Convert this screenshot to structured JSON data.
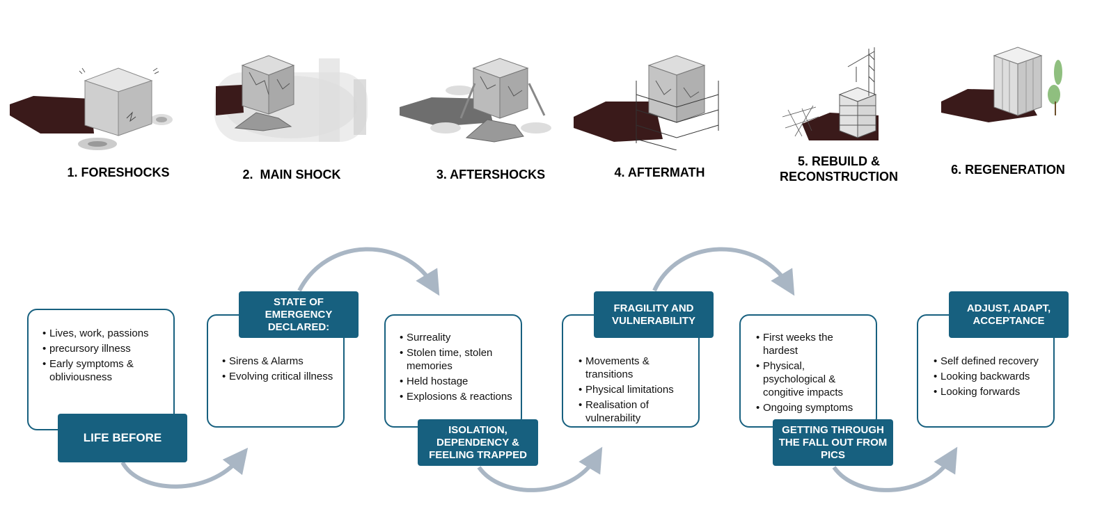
{
  "stages": [
    {
      "title": "1. FORESHOCKS",
      "icon": "cube-with-cracks-icon"
    },
    {
      "title": "2.  MAIN SHOCK",
      "icon": "shattered-cube-icon"
    },
    {
      "title": "3. AFTERSHOCKS",
      "icon": "collapsed-cube-icon"
    },
    {
      "title": "4. AFTERMATH",
      "icon": "scaffolded-cube-icon"
    },
    {
      "title": "5. REBUILD & RECONSTRUCTION",
      "icon": "crane-construction-icon"
    },
    {
      "title": "6. REGENERATION",
      "icon": "new-building-with-tree-icon"
    }
  ],
  "phases": [
    {
      "label": "LIFE BEFORE",
      "items": [
        "Lives, work, passions",
        "precursory illness",
        "Early symptoms & obliviousness"
      ]
    },
    {
      "label": "STATE OF EMERGENCY DECLARED:",
      "items": [
        "Sirens & Alarms",
        "Evolving critical illness"
      ]
    },
    {
      "label": "ISOLATION, DEPENDENCY & FEELING TRAPPED",
      "items": [
        "Surreality",
        "Stolen time, stolen memories",
        "Held hostage",
        "Explosions & reactions"
      ]
    },
    {
      "label": "FRAGILITY AND VULNERABILITY",
      "items": [
        "Movements & transitions",
        "Physical limitations",
        "Realisation of vulnerability"
      ]
    },
    {
      "label": "GETTING THROUGH THE FALL OUT FROM PICS",
      "items": [
        "First weeks the hardest",
        "Physical, psychological & congitive impacts",
        "Ongoing symptoms"
      ]
    },
    {
      "label": "ADJUST, ADAPT, ACCEPTANCE",
      "items": [
        "Self defined recovery",
        "Looking backwards",
        "Looking forwards"
      ]
    }
  ],
  "colors": {
    "accent": "#17607f",
    "arrow": "#a9b6c4",
    "shadow": "#3a1a1a"
  }
}
